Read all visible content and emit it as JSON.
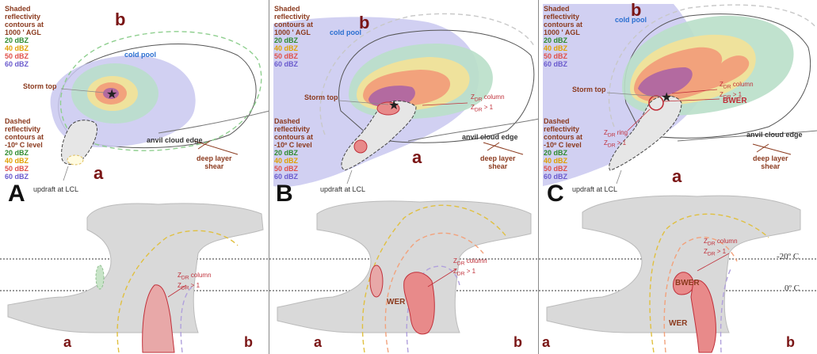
{
  "legend": {
    "shaded_title_1": "Shaded",
    "shaded_title_2": "reflectivity",
    "shaded_title_3": "contours at",
    "shaded_title_4": "1000 ' AGL",
    "dashed_title_1": "Dashed",
    "dashed_title_2": "reflectivity",
    "dashed_title_3": "contours at",
    "dashed_title_4": "-10º C level",
    "dbz20": "20 dBZ",
    "dbz40": "40 dBZ",
    "dbz50": "50 dBZ",
    "dbz60": "60 dBZ"
  },
  "labels": {
    "cold_pool": "cold pool",
    "storm_top": "Storm top",
    "anvil_cloud_edge": "anvil cloud edge",
    "deep_layer": "deep layer",
    "shear": "shear",
    "updraft_at_lcl": "updraft at LCL",
    "zdr_column": "Z",
    "zdr_column_sub": "DR",
    "zdr_column_word": " column",
    "zdr_gt1": "Z",
    "zdr_gt1_sub": "DR",
    "zdr_gt1_rest": " > 1",
    "zdr_ring": "Z",
    "zdr_ring_sub": "DR",
    "zdr_ring_word": " ring",
    "bwer": "BWER",
    "wer": "WER",
    "minus20": "-20º C",
    "zero": "0º C",
    "point_a": "a",
    "point_b": "b"
  },
  "panels": {
    "A": "A",
    "B": "B",
    "C": "C"
  },
  "colors": {
    "cold_pool_fill": "#c9c8f0",
    "dbz20": "#2e8b2e",
    "dbz40": "#e0a000",
    "dbz50": "#e0504a",
    "dbz60": "#6a5acd",
    "cloud_fill": "#d9d9d9",
    "zdr": "#c0303a"
  }
}
